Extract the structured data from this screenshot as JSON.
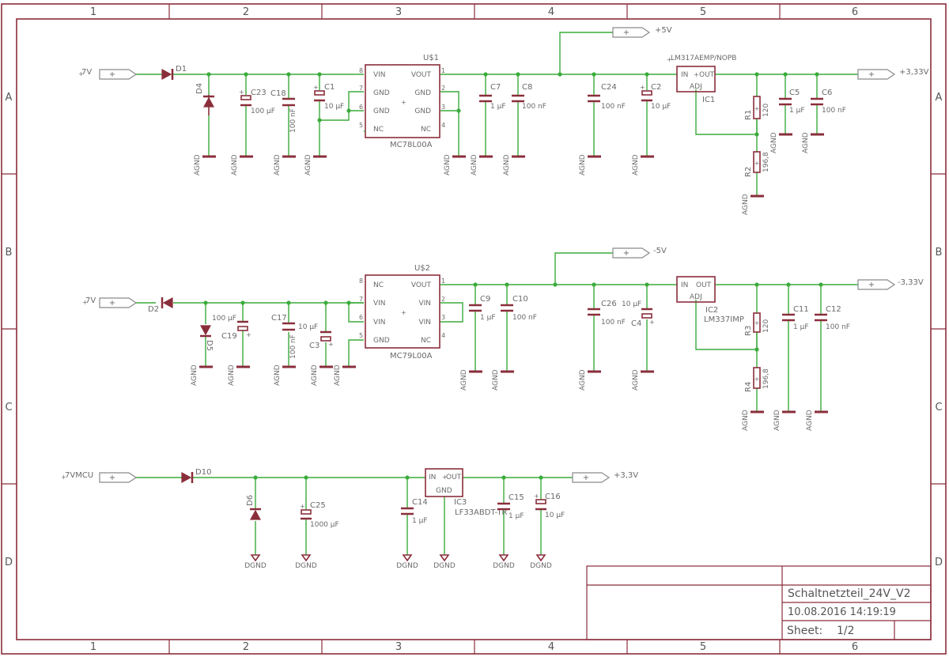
{
  "frame": {
    "columns": [
      "1",
      "2",
      "3",
      "4",
      "5",
      "6"
    ],
    "rows": [
      "A",
      "B",
      "C",
      "D"
    ]
  },
  "title_block": {
    "title": "Schaltnetzteil_24V_V2",
    "date": "10.08.2016 14:19:19",
    "sheet_label": "Sheet:",
    "sheet_value": "1/2"
  },
  "nets": {
    "in7v_1": "7V",
    "in7v_2": "7V",
    "in7vmcu": "7VMCU",
    "out5v_1": "+5V",
    "out5v_2": "-5V",
    "out333_1": "+3,33V",
    "out333_2": "-3,33V",
    "out33": "+3,3V",
    "agnd": "AGND",
    "dgnd": "DGND"
  },
  "reg1": {
    "name": "U$1",
    "value": "MC78L00A",
    "pins_left": [
      "VIN",
      "GND",
      "GND",
      "NC"
    ],
    "pins_right": [
      "VOUT",
      "GND",
      "GND",
      "NC"
    ],
    "pin_numbers_left": [
      "8",
      "7",
      "6",
      "5"
    ],
    "pin_numbers_right": [
      "1",
      "2",
      "3",
      "4"
    ]
  },
  "reg2": {
    "name": "U$2",
    "value": "MC79L00A",
    "pins_left": [
      "NC",
      "VIN",
      "VIN",
      "GND"
    ],
    "pins_right": [
      "VOUT",
      "VIN",
      "VIN",
      "NC"
    ],
    "pin_numbers_left": [
      "8",
      "7",
      "6",
      "5"
    ],
    "pin_numbers_right": [
      "1",
      "2",
      "3",
      "4"
    ]
  },
  "ic1": {
    "name": "IC1",
    "value": "LM317AEMP/NOPB",
    "in": "IN",
    "out": "OUT",
    "adj": "ADJ"
  },
  "ic2": {
    "name": "IC2",
    "value": "LM337IMP",
    "in": "IN",
    "out": "OUT",
    "adj": "ADJ"
  },
  "ic3": {
    "name": "IC3",
    "value": "LF33ABDT-TR",
    "in": "IN",
    "out": "OUT",
    "gnd": "GND"
  },
  "diodes": {
    "d1": "D1",
    "d2": "D2",
    "d4": "D4",
    "d5": "D5",
    "d6": "D6",
    "d10": "D10"
  },
  "caps": {
    "c23": {
      "name": "C23",
      "value": "100 µF"
    },
    "c18": {
      "name": "C18",
      "value": "100 nF"
    },
    "c1": {
      "name": "C1",
      "value": "10 µF"
    },
    "c7": {
      "name": "C7",
      "value": "1 µF"
    },
    "c8": {
      "name": "C8",
      "value": "100 nF"
    },
    "c24": {
      "name": "C24",
      "value": "100 nF"
    },
    "c2": {
      "name": "C2",
      "value": "10 µF"
    },
    "c5": {
      "name": "C5",
      "value": "1 µF"
    },
    "c6": {
      "name": "C6",
      "value": "100 nF"
    },
    "c19": {
      "name": "C19",
      "value": "100 µF"
    },
    "c17": {
      "name": "C17",
      "value": "100 nF"
    },
    "c3": {
      "name": "C3",
      "value": "10 µF"
    },
    "c9": {
      "name": "C9",
      "value": "1 µF"
    },
    "c10": {
      "name": "C10",
      "value": "100 nF"
    },
    "c26": {
      "name": "C26",
      "value": "100 nF"
    },
    "c4": {
      "name": "C4",
      "value": "10 µF"
    },
    "c11": {
      "name": "C11",
      "value": "1 µF"
    },
    "c12": {
      "name": "C12",
      "value": "100 nF"
    },
    "c25": {
      "name": "C25",
      "value": "1000 µF"
    },
    "c14": {
      "name": "C14",
      "value": "1 µF"
    },
    "c15": {
      "name": "C15",
      "value": "1 µF"
    },
    "c16": {
      "name": "C16",
      "value": "10 µF"
    }
  },
  "resistors": {
    "r1": {
      "name": "R1",
      "value": "120"
    },
    "r2": {
      "name": "R2",
      "value": "196,8"
    },
    "r3": {
      "name": "R3",
      "value": "120"
    },
    "r4": {
      "name": "R4",
      "value": "196,8"
    }
  }
}
